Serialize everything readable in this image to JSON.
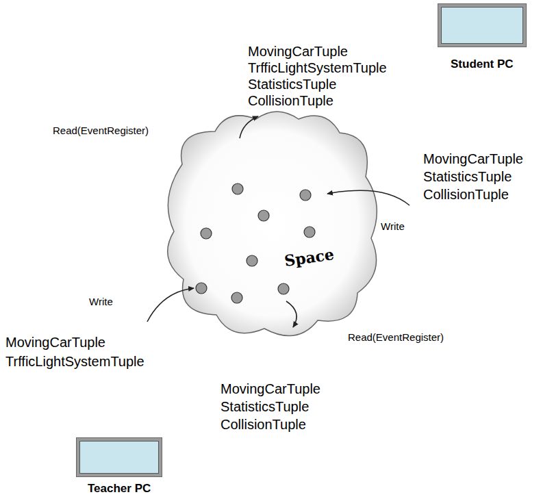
{
  "diagram": {
    "nodes": [
      {
        "text": [
          "Space"
        ]
      },
      {
        "text": [
          "Student PC"
        ]
      },
      {
        "text": [
          "Teacher PC"
        ]
      }
    ],
    "labels": [
      "MovingCarTuple",
      "TrfficLightSystemTuple",
      "StatisticsTuple",
      "CollisionTuple",
      "Read(EventRegister)",
      "MovingCarTuple",
      "StatisticsTuple",
      "CollisionTuple",
      "Write",
      "Write",
      "MovingCarTuple",
      "TrfficLightSystemTuple",
      "Read(EventRegister)",
      "MovingCarTuple",
      "StatisticsTuple",
      "CollisionTuple"
    ]
  }
}
